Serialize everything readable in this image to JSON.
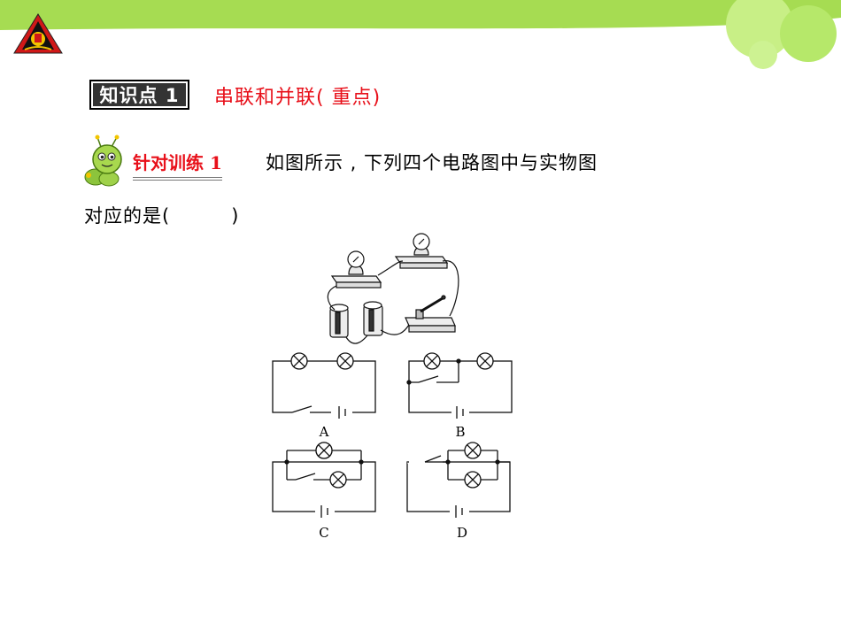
{
  "knowledge_point": {
    "tag": "知识点 1",
    "title": "串联和并联( 重点)"
  },
  "training": {
    "label": "针对训练 1",
    "question_line1": "如图所示 , 下列四个电路图中与实物图",
    "question_line2": "对应的是(         )"
  },
  "options": [
    "A",
    "B",
    "C",
    "D"
  ],
  "colors": {
    "banner_green": "#a6dc52",
    "accent_red": "#e8101a",
    "tag_bg": "#333333"
  },
  "icons": [
    "logo-emblem-icon",
    "mascot-icon"
  ]
}
